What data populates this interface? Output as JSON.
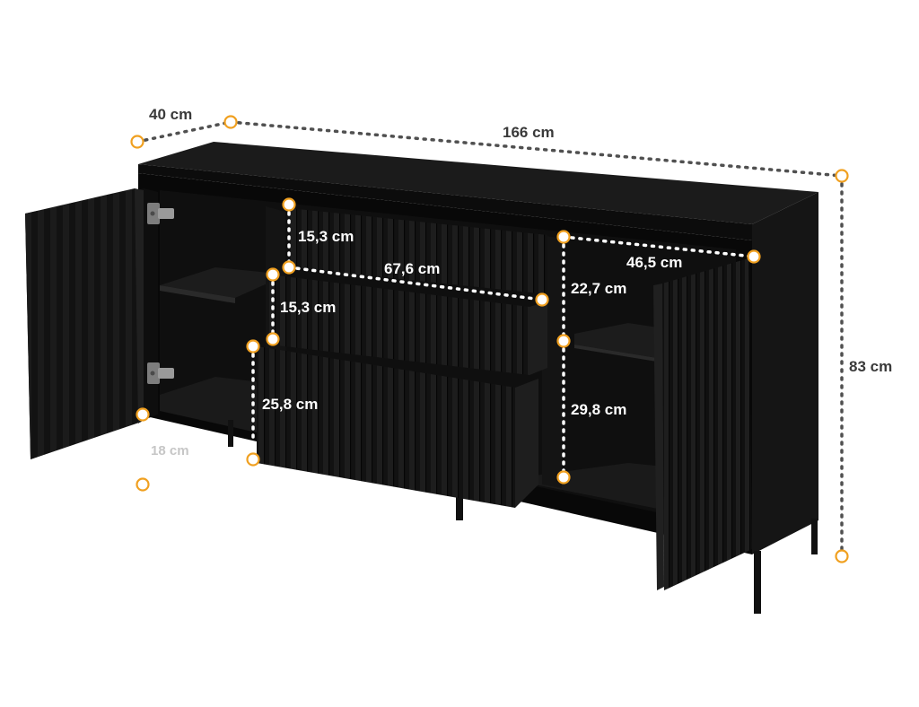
{
  "colors": {
    "cabinet_body": "#111111",
    "cabinet_inner": "#070707",
    "marker_ring": "#f0a020",
    "dimension_line": "#505050",
    "label_text": "#3a3a3a",
    "label_light": "#c6c6c6"
  },
  "dimensions": {
    "depth": "40 cm",
    "width": "166 cm",
    "height": "83 cm",
    "drawer_top_height": "15,3 cm",
    "drawer_middle_height": "15,3 cm",
    "drawer_bottom_height": "25,8 cm",
    "drawer_width": "67,6 cm",
    "right_compartment_depth": "46,5 cm",
    "right_upper_height": "22,7 cm",
    "right_lower_height": "29,8 cm",
    "leg_height": "18 cm"
  }
}
